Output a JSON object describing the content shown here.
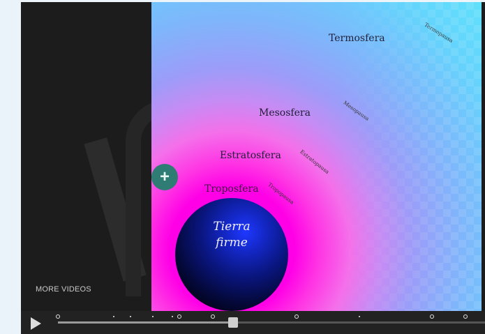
{
  "player": {
    "more_videos_label": "MORE VIDEOS",
    "add_icon": "plus-circle-icon",
    "play_icon": "play-icon",
    "progress_fraction": 0.41
  },
  "slide": {
    "layers": {
      "termosfera": "Termosfera",
      "mesosfera": "Mesosfera",
      "estratosfera": "Estratosfera",
      "troposfera": "Troposfera"
    },
    "pauses": {
      "termopausa": "Termopausa",
      "mesopausa": "Mesopausa",
      "estratopausa": "Estratopausa",
      "tropopausa": "Tropopausa"
    },
    "earth_line1": "Tierra",
    "earth_line2": "firme"
  },
  "colors": {
    "sky": "#5ee3fb",
    "atmosphere_glow": "#ff00e6",
    "earth": "#0a1680",
    "add_button": "#2e7c74"
  }
}
